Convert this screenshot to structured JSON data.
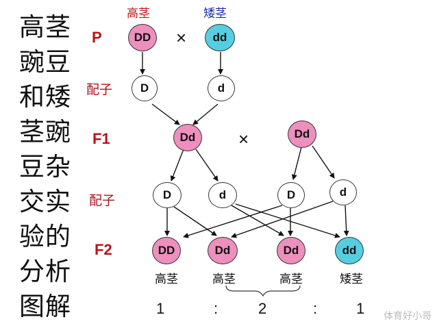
{
  "title": "高茎豌豆和矮茎豌豆杂交实验的分析图解",
  "labels": {
    "p": "P",
    "gamete1": "配子",
    "f1": "F1",
    "gamete2": "配子",
    "f2": "F2",
    "cross": "×"
  },
  "parents": {
    "tall_label": "高茎",
    "short_label": "矮茎",
    "tall_genotype": "DD",
    "short_genotype": "dd"
  },
  "gametes1": [
    "D",
    "d"
  ],
  "f1": [
    "Dd",
    "Dd"
  ],
  "gametes2": [
    "D",
    "d",
    "D",
    "d"
  ],
  "f2": [
    {
      "genotype": "DD",
      "phenotype": "高茎"
    },
    {
      "genotype": "Dd",
      "phenotype": "高茎"
    },
    {
      "genotype": "Dd",
      "phenotype": "高茎"
    },
    {
      "genotype": "dd",
      "phenotype": "矮茎"
    }
  ],
  "ratio": [
    "1",
    ":",
    "2",
    ":",
    "1"
  ],
  "watermark": "体育好小哥",
  "colors": {
    "dominant_homo": "#ee8fbd",
    "hetero": "#ee8fbd",
    "recessive": "#55cfe0",
    "gamete": "#ffffff"
  }
}
